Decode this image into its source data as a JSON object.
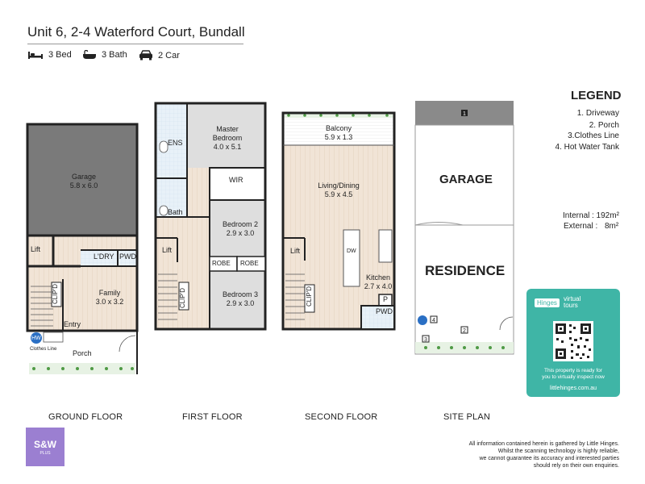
{
  "header": {
    "title": "Unit 6, 2-4 Waterford Court, Bundall",
    "features": [
      {
        "icon": "bed-icon",
        "label": "3 Bed"
      },
      {
        "icon": "bath-icon",
        "label": "3 Bath"
      },
      {
        "icon": "car-icon",
        "label": "2 Car"
      }
    ]
  },
  "ground_floor": {
    "caption": "GROUND FLOOR",
    "rooms": {
      "garage": "Garage\n5.8 x 6.0",
      "lift": "Lift",
      "laundry": "L'DRY",
      "pwd": "PWD",
      "clip": "CLIP'D",
      "family": "Family\n3.0 x 3.2",
      "entry": "Entry",
      "hw": "HW",
      "clothes_line": "Clothes Line",
      "porch": "Porch"
    }
  },
  "first_floor": {
    "caption": "FIRST FLOOR",
    "rooms": {
      "ens": "ENS",
      "master": "Master\nBedroom\n4.0 x 5.1",
      "wir": "WIR",
      "bath": "Bath",
      "bed2": "Bedroom 2\n2.9 x 3.0",
      "lift": "Lift",
      "robe1": "ROBE",
      "robe2": "ROBE",
      "clip": "CLIP'D",
      "bed3": "Bedroom 3\n2.9 x 3.0"
    }
  },
  "second_floor": {
    "caption": "SECOND FLOOR",
    "rooms": {
      "balcony": "Balcony\n5.9 x 1.3",
      "living": "Living/Dining\n5.9 x 4.5",
      "lift": "Lift",
      "dw": "DW",
      "kitchen": "Kitchen\n2.7 x 4.0",
      "pantry": "P",
      "clip": "CLIP'D",
      "pwd": "PWD"
    }
  },
  "site_plan": {
    "caption": "SITE PLAN",
    "garage": "GARAGE",
    "residence": "RESIDENCE",
    "markers": [
      "1",
      "2",
      "3",
      "4"
    ]
  },
  "legend": {
    "heading": "LEGEND",
    "items": [
      "1. Driveway",
      "2. Porch",
      "3.Clothes Line",
      "4. Hot Water Tank"
    ]
  },
  "areas": {
    "internal_label": "Internal",
    "internal_value": ": 192m²",
    "external_label": "External :",
    "external_value": "8m²"
  },
  "virtual_tour": {
    "brand": "Hinges",
    "brand_suffix": "virtual\ntours",
    "message": "This property is ready for\nyou to virtually inspect now",
    "url": "littlehinges.com.au"
  },
  "logo": {
    "main": "S&W",
    "sub": "PLUS"
  },
  "disclaimer": "All information contained herein is gathered by Little Hinges.\nWhilst the scanning technology is highly reliable,\nwe cannot guarantee its accuracy and interested parties\nshould rely on their own enquiries."
}
